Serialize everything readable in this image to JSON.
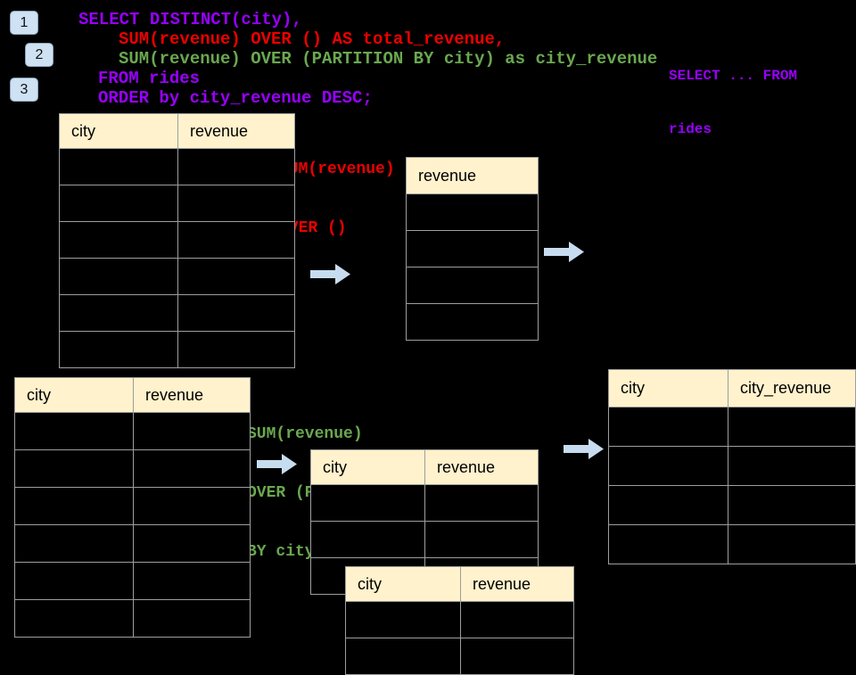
{
  "step_badges": [
    {
      "label": "1"
    },
    {
      "label": "2"
    },
    {
      "label": "3"
    }
  ],
  "sql": {
    "lines": [
      {
        "text": "SELECT DISTINCT(city),",
        "color": "#9900ff"
      },
      {
        "text": "SUM(revenue) OVER () AS total_revenue,",
        "color": "#ee0000"
      },
      {
        "text": "SUM(revenue) OVER (PARTITION BY city) as city_revenue",
        "color": "#6aa84f"
      },
      {
        "text": "FROM rides",
        "color": "#9900ff"
      },
      {
        "text": "ORDER by city_revenue DESC;",
        "color": "#9900ff"
      }
    ]
  },
  "side_snippet": {
    "lines": [
      "SELECT ... FROM",
      "rides"
    ]
  },
  "annotations": {
    "total": {
      "lines": [
        "SUM(revenue)",
        "OVER ()"
      ],
      "color": "#ee0000"
    },
    "partition": {
      "lines": [
        "SUM(revenue)",
        "OVER (PARTITION",
        "BY city)"
      ],
      "color": "#6aa84f"
    }
  },
  "tables": {
    "rides_top": {
      "columns": [
        "city",
        "revenue"
      ],
      "empty_row_count": 6
    },
    "total_result": {
      "columns": [
        "revenue"
      ],
      "empty_row_count": 4
    },
    "city_revenue_result": {
      "columns": [
        "city",
        "city_revenue"
      ],
      "empty_row_count": 4
    },
    "rides_bottom": {
      "columns": [
        "city",
        "revenue"
      ],
      "empty_row_count": 6
    },
    "partition_step": {
      "columns": [
        "city",
        "revenue"
      ],
      "empty_row_count": 3
    },
    "partition_overlay": {
      "columns": [
        "city",
        "revenue"
      ],
      "empty_row_count": 2
    }
  },
  "colors": {
    "background": "#000000",
    "keyword_purple": "#9900ff",
    "total_red": "#ee0000",
    "partition_green": "#6aa84f",
    "table_header_bg": "#fff2cc",
    "table_border": "#9e9e9e",
    "arrow_blue": "#c8dcf0",
    "badge_bg": "#cfe2f3"
  }
}
